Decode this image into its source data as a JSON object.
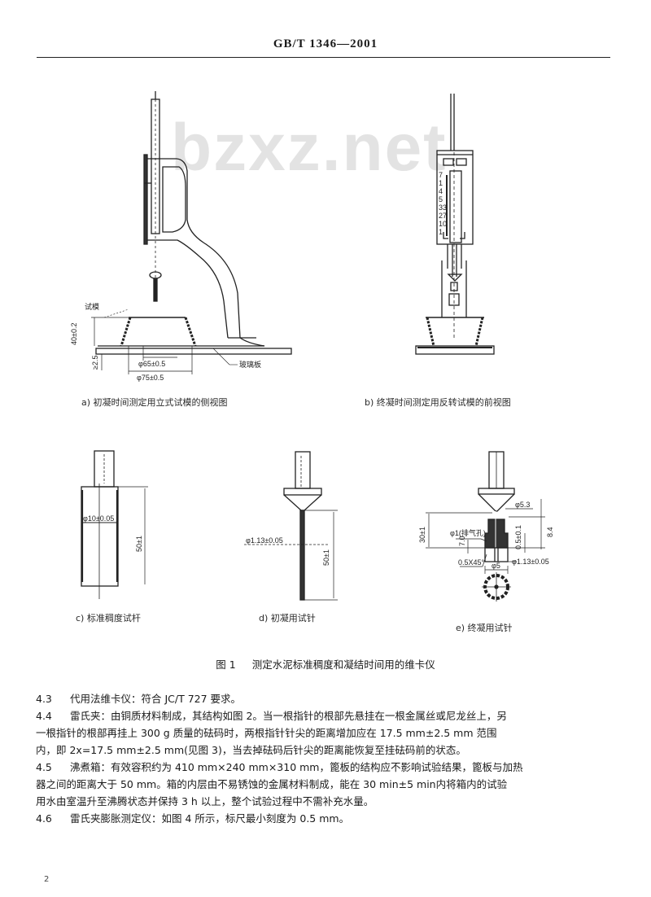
{
  "header": {
    "standard_code": "GB/T 1346—2001"
  },
  "watermark": "bzxz.net",
  "figures": {
    "a": {
      "caption": "a) 初凝时间测定用立式试模的侧视图",
      "labels": {
        "mold": "试模",
        "glass_plate": "玻璃板",
        "height_dim": "40±0.2",
        "base_dim": "≥2.5",
        "inner_dia": "φ65±0.5",
        "outer_dia": "φ75±0.5"
      }
    },
    "b": {
      "caption": "b) 终凝时间测定用反转试模的前视图",
      "scale_marks": [
        "7",
        "1",
        "4",
        "5",
        "33",
        "27",
        "10",
        "1"
      ]
    },
    "c": {
      "caption": "c) 标准稠度试杆",
      "labels": {
        "diameter": "φ10±0.05",
        "length": "50±1"
      }
    },
    "d": {
      "caption": "d) 初凝用试针",
      "labels": {
        "diameter": "φ1.13±0.05",
        "length": "50±1"
      }
    },
    "e": {
      "caption": "e) 终凝用试针",
      "labels": {
        "overall": "30±1",
        "vent": "φ1(排气孔)",
        "d1": "φ5.3",
        "d2": "8.4",
        "d3": "0.5±0.1",
        "d4": "φ1.13±0.05",
        "d5": "0.5X45°",
        "d6": "φ5",
        "d7": "7.0"
      }
    }
  },
  "figure_title": {
    "number": "图 1",
    "text": "测定水泥标准稠度和凝结时间用的维卡仪"
  },
  "sections": [
    {
      "number": "4.3",
      "lines": [
        "代用法维卡仪：符合 JC/T 727 要求。"
      ]
    },
    {
      "number": "4.4",
      "lines": [
        "雷氏夹：由铜质材料制成，其结构如图 2。当一根指针的根部先悬挂在一根金属丝或尼龙丝上，另",
        "一根指针的根部再挂上 300 g 质量的砝码时，两根指针针尖的距离增加应在 17.5 mm±2.5 mm 范围",
        "内，即 2x=17.5 mm±2.5 mm(见图 3)，当去掉砝码后针尖的距离能恢复至挂砝码前的状态。"
      ]
    },
    {
      "number": "4.5",
      "lines": [
        "沸煮箱：有效容积约为 410 mm×240 mm×310 mm，篦板的结构应不影响试验结果，篦板与加热",
        "器之间的距离大于 50 mm。箱的内层由不易锈蚀的金属材料制成，能在 30 min±5 min内将箱内的试验",
        "用水由室温升至沸腾状态并保持 3 h 以上，整个试验过程中不需补充水量。"
      ]
    },
    {
      "number": "4.6",
      "lines": [
        "雷氏夹膨胀测定仪：如图 4 所示，标尺最小刻度为 0.5 mm。"
      ]
    }
  ],
  "page_number": "2"
}
